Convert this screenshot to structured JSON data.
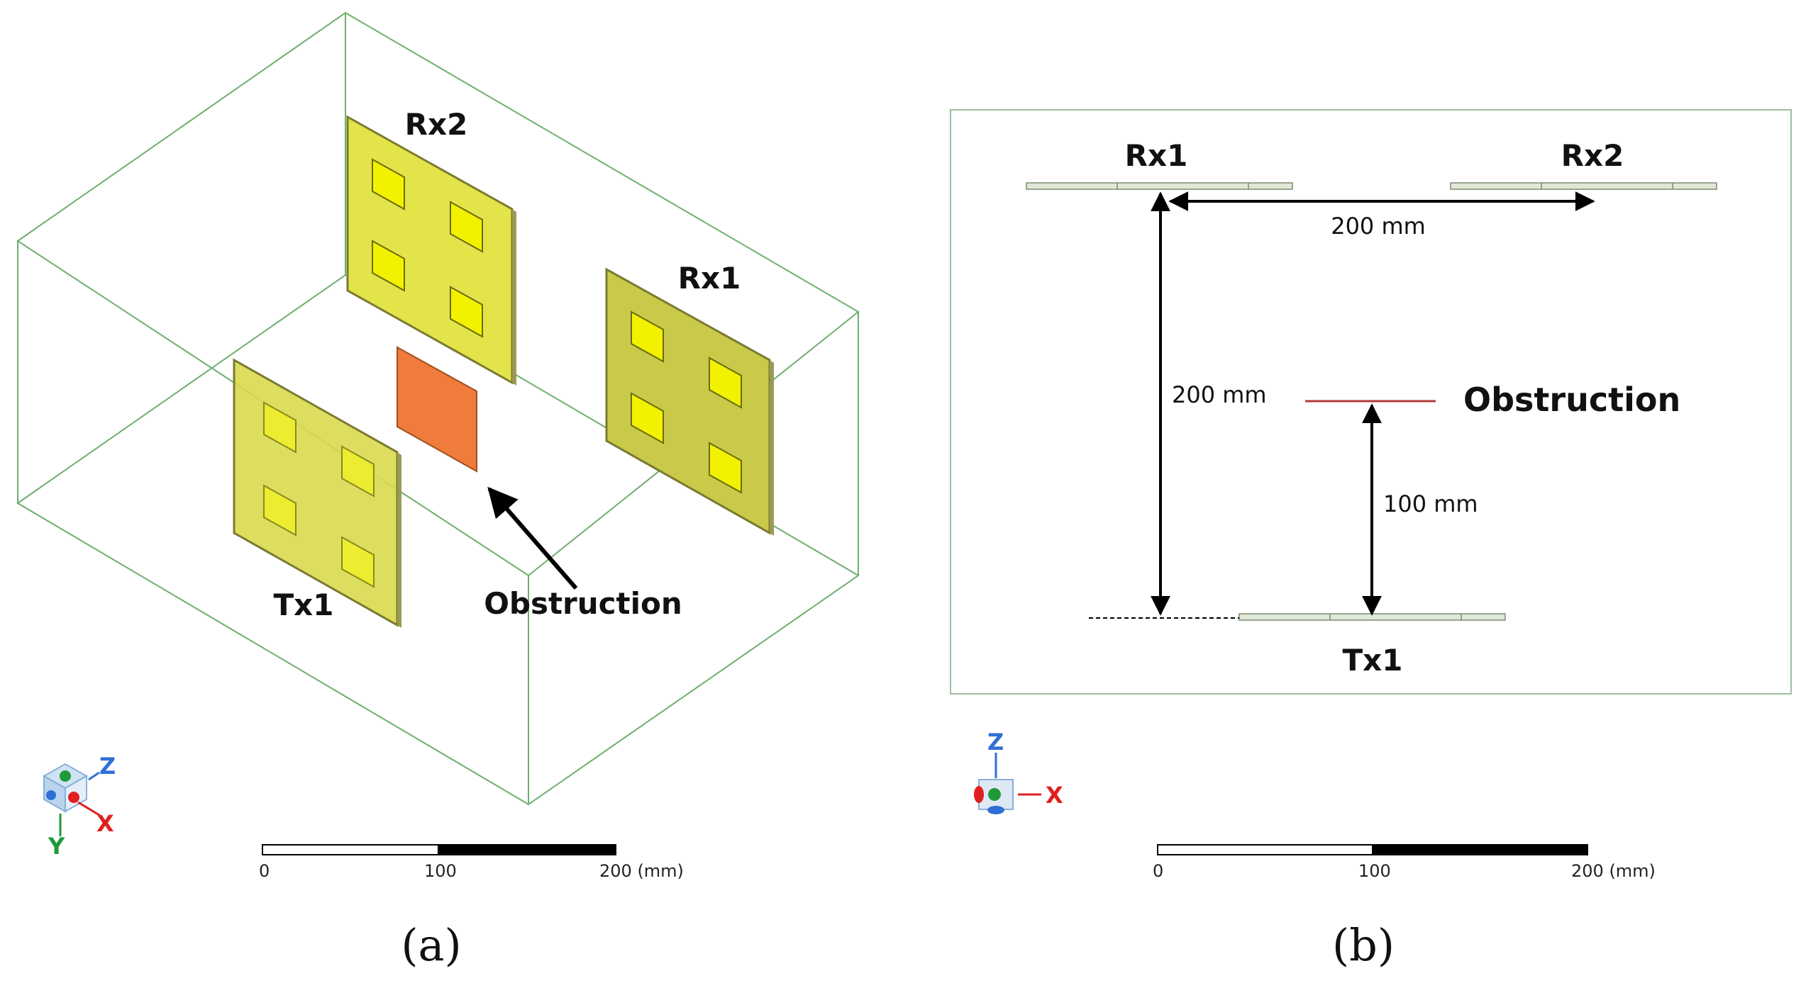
{
  "panel_a": {
    "labels": {
      "rx2": "Rx2",
      "rx1": "Rx1",
      "tx1": "Tx1",
      "obstruction": "Obstruction"
    },
    "axes": {
      "z": "Z",
      "x": "X",
      "y": "Y"
    },
    "scale_bar": {
      "ticks": [
        "0",
        "100",
        "200 (mm)"
      ]
    },
    "caption": "(a)"
  },
  "panel_b": {
    "labels": {
      "rx1": "Rx1",
      "rx2": "Rx2",
      "tx1": "Tx1",
      "obstruction": "Obstruction"
    },
    "dimensions": {
      "rx_spacing": "200 mm",
      "tx_rx_distance": "200 mm",
      "tx_obstruction_distance": "100 mm"
    },
    "axes": {
      "z": "Z",
      "x": "X"
    },
    "scale_bar": {
      "ticks": [
        "0",
        "100",
        "200 (mm)"
      ]
    },
    "caption": "(b)"
  },
  "colors": {
    "box_edge": "#6fae6f",
    "panel_yellow": "#e3e34a",
    "panel_yellow_dark": "#c9c94a",
    "patch_yellow": "#f2f200",
    "obstruction": "#ef7b3c",
    "obstruction_line": "#b23a3a",
    "board_edge": "#dfe8d6",
    "axis_z": "#2f6fd6",
    "axis_x": "#e02020",
    "axis_y": "#1f9a3a"
  }
}
